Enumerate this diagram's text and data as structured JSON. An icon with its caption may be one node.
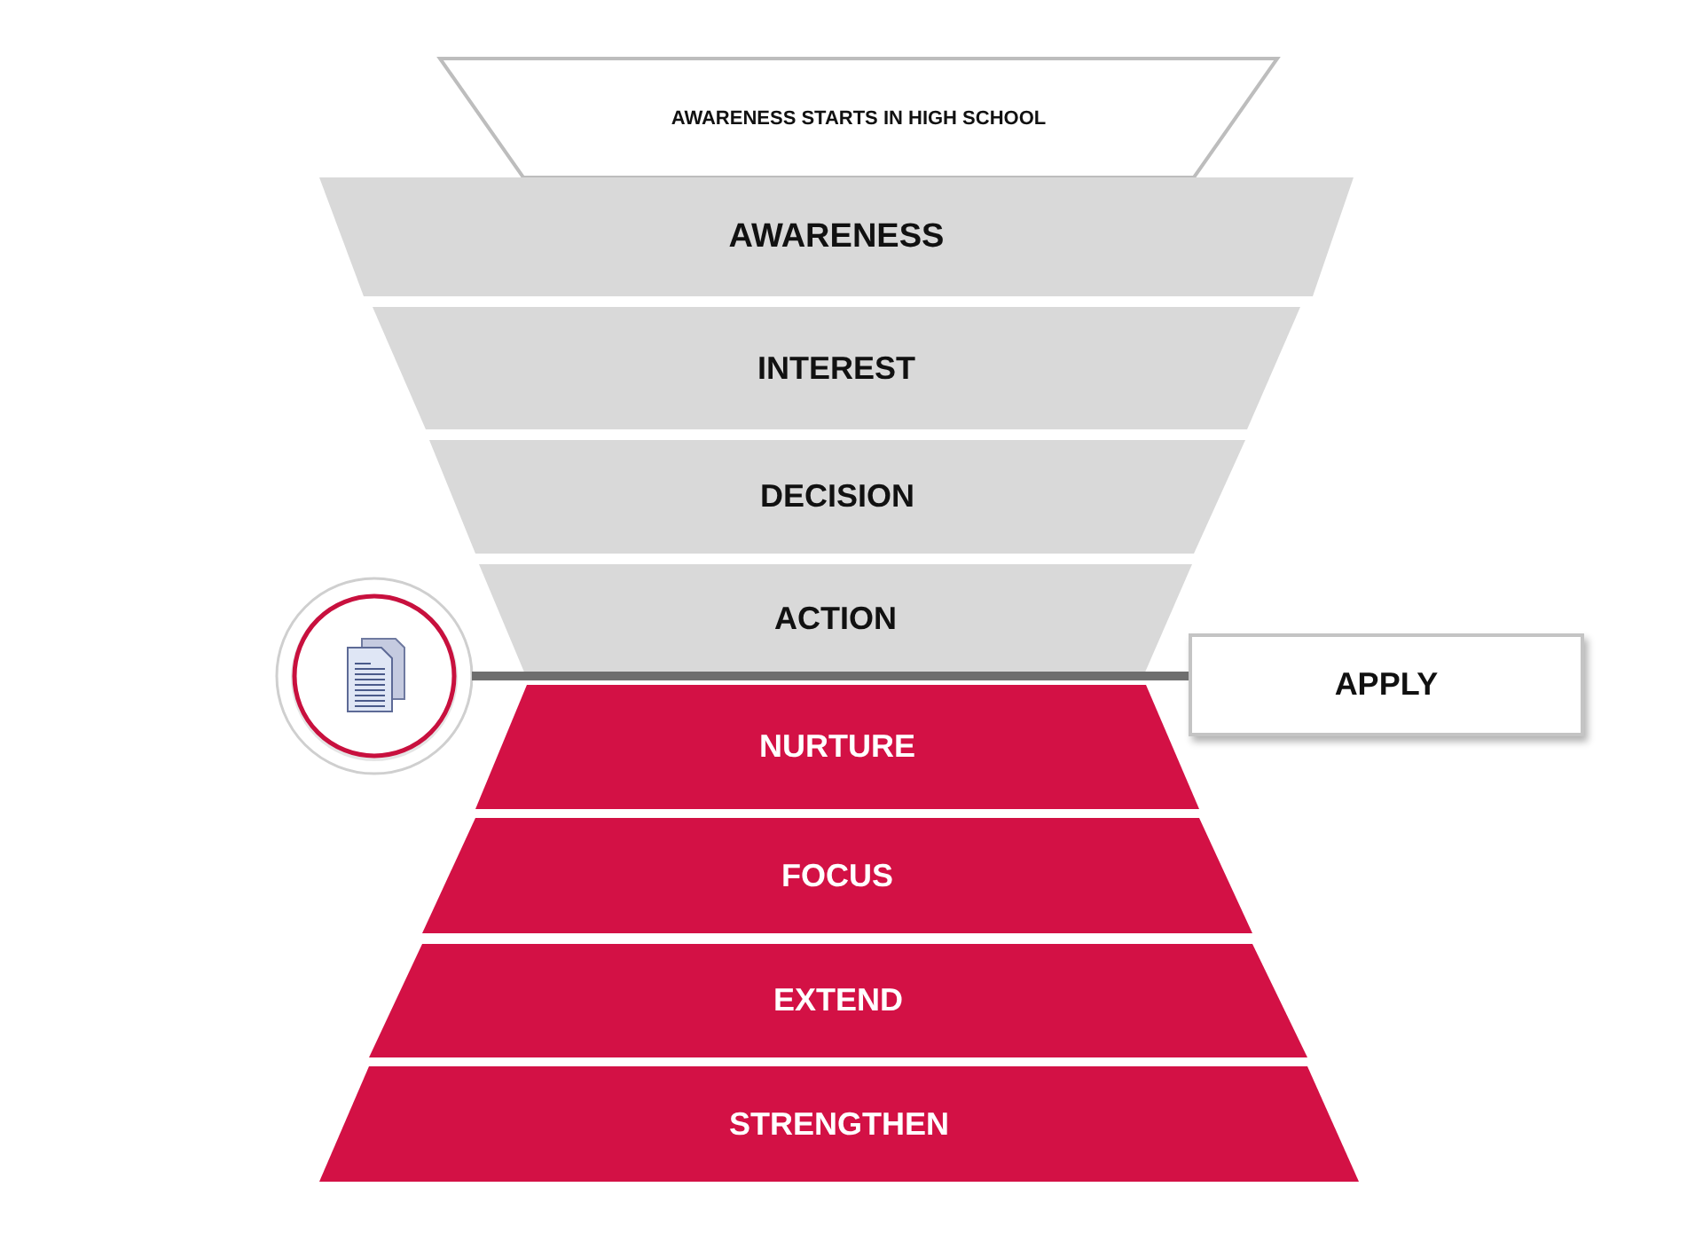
{
  "diagram": {
    "nodes": [
      {
        "text": [
          "AWARENESS STARTS IN HIGH SCHOOL"
        ]
      },
      {
        "text": [
          "AWARENESS"
        ]
      },
      {
        "text": [
          "INTEREST"
        ]
      },
      {
        "text": [
          "DECISION"
        ]
      },
      {
        "text": [
          "ACTION"
        ]
      },
      {
        "text": [],
        "shape": "circle"
      },
      {
        "text": [
          "APPLY"
        ]
      },
      {
        "text": [
          "NURTURE"
        ]
      },
      {
        "text": [
          "FOCUS"
        ]
      },
      {
        "text": [
          "EXTEND"
        ]
      },
      {
        "text": [
          "STRENGTHEN"
        ]
      }
    ],
    "edges": [
      {
        "from": 5,
        "to": 6,
        "arrow": "none"
      }
    ]
  }
}
